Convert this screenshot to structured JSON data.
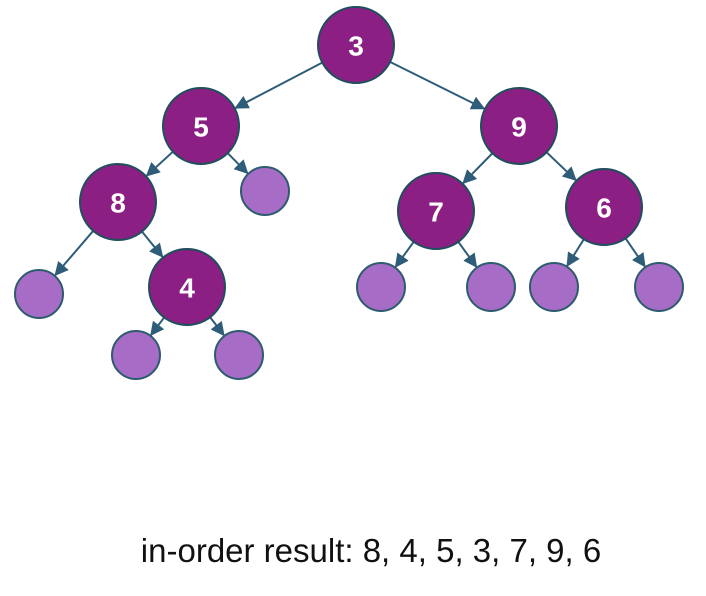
{
  "tree": {
    "colors": {
      "value_node_fill": "#8b1f83",
      "value_node_stroke": "#1f4f5c",
      "null_node_fill": "#a66cc6",
      "null_node_stroke": "#2d5c6e",
      "edge": "#2f5c78",
      "label": "#ffffff"
    },
    "nodes": [
      {
        "id": "n3",
        "label": "3",
        "parent": null
      },
      {
        "id": "n5",
        "label": "5",
        "parent": "n3"
      },
      {
        "id": "n9",
        "label": "9",
        "parent": "n3"
      },
      {
        "id": "n8",
        "label": "8",
        "parent": "n5"
      },
      {
        "id": "n5r",
        "label": null,
        "parent": "n5"
      },
      {
        "id": "n7",
        "label": "7",
        "parent": "n9"
      },
      {
        "id": "n6",
        "label": "6",
        "parent": "n9"
      },
      {
        "id": "n8l",
        "label": null,
        "parent": "n8"
      },
      {
        "id": "n4",
        "label": "4",
        "parent": "n8"
      },
      {
        "id": "n7l",
        "label": null,
        "parent": "n7"
      },
      {
        "id": "n7r",
        "label": null,
        "parent": "n7"
      },
      {
        "id": "n6l",
        "label": null,
        "parent": "n6"
      },
      {
        "id": "n6r",
        "label": null,
        "parent": "n6"
      },
      {
        "id": "n4l",
        "label": null,
        "parent": "n4"
      },
      {
        "id": "n4r",
        "label": null,
        "parent": "n4"
      }
    ]
  },
  "caption": "in-order result: 8, 4, 5, 3, 7, 9, 6"
}
